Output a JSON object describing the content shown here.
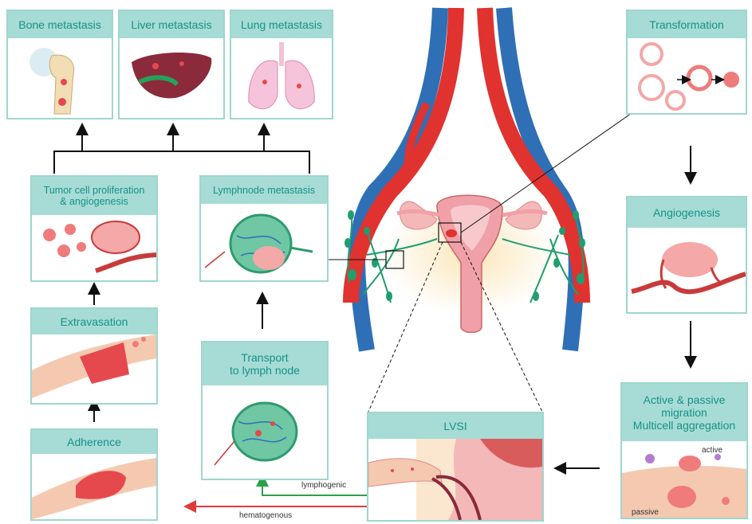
{
  "boxes": {
    "bone": "Bone metastasis",
    "liver": "Liver metastasis",
    "lung": "Lung metastasis",
    "transformation": "Transformation",
    "tumor_line1": "Tumor cell proliferation",
    "tumor_line2": "& angiogenesis",
    "lymphnode": "Lymphnode metastasis",
    "angiogenesis": "Angiogenesis",
    "extravasation": "Extravasation",
    "transport_line1": "Transport",
    "transport_line2": "to lymph node",
    "migration_line1": "Active & passive",
    "migration_line2": "migration",
    "migration_line3": "Multicell aggregation",
    "lvsi": "LVSI",
    "adherence": "Adherence"
  },
  "labels": {
    "active": "active",
    "passive": "passive",
    "lymphogenic": "lymphogenic",
    "hematogenous": "hematogenous"
  },
  "colors": {
    "header_bg": "#a6dcd5",
    "header_text": "#169189",
    "border": "#9fd6cf",
    "artery": "#e0322f",
    "vein": "#2f6fb5",
    "lymph": "#1f9e6e",
    "arrow_lymphogenic": "#2aa14a",
    "arrow_hematogenous": "#e03a3a"
  }
}
